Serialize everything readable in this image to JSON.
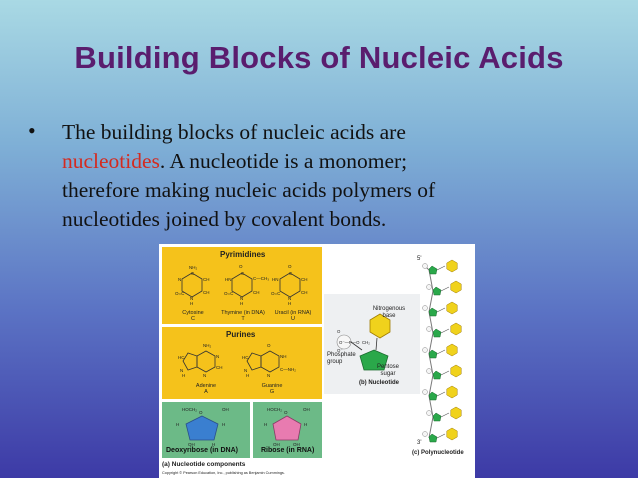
{
  "slide": {
    "title": "Building Blocks of Nucleic Acids",
    "bullet": "•",
    "text_part1": "The building blocks of nucleic acids are",
    "text_red": "nucleotides",
    "text_part2": ".  A nucleotide is a monomer;",
    "text_line3": "therefore making nucleic acids polymers of",
    "text_line4": "nucleotides joined by covalent bonds."
  },
  "figure": {
    "pyrimidines_title": "Pyrimidines",
    "pyr_captions": [
      "Cytosine",
      "Thymine (in DNA)",
      "Uracil (in RNA)"
    ],
    "pyr_letters": [
      "C",
      "T",
      "U"
    ],
    "purines_title": "Purines",
    "pur_captions": [
      "Adenine",
      "Guanine"
    ],
    "pur_letters": [
      "A",
      "G"
    ],
    "sugar_labels": [
      "Deoxyribose (in DNA)",
      "Ribose (in RNA)"
    ],
    "nucleotide_components": "(a) Nucleotide components",
    "copyright": "Copyright © Pearson Education, Inc., publishing as Benjamin Cummings.",
    "nitrogenous_base": "Nitrogenous base",
    "phosphate_group": "Phosphate group",
    "pentose_sugar": "Pentose sugar",
    "nucleotide_label": "(b) Nucleotide",
    "polynucleotide_label": "(c) Polynucleotide",
    "five_prime": "5'",
    "three_prime": "3'",
    "ch2": "CH₂",
    "phosphate_chem": "O⁻—P—O",
    "colors": {
      "yellow_panel": "#f5c21b",
      "green_panel": "#6cba87",
      "accent_red": "#d42a1f"
    }
  }
}
